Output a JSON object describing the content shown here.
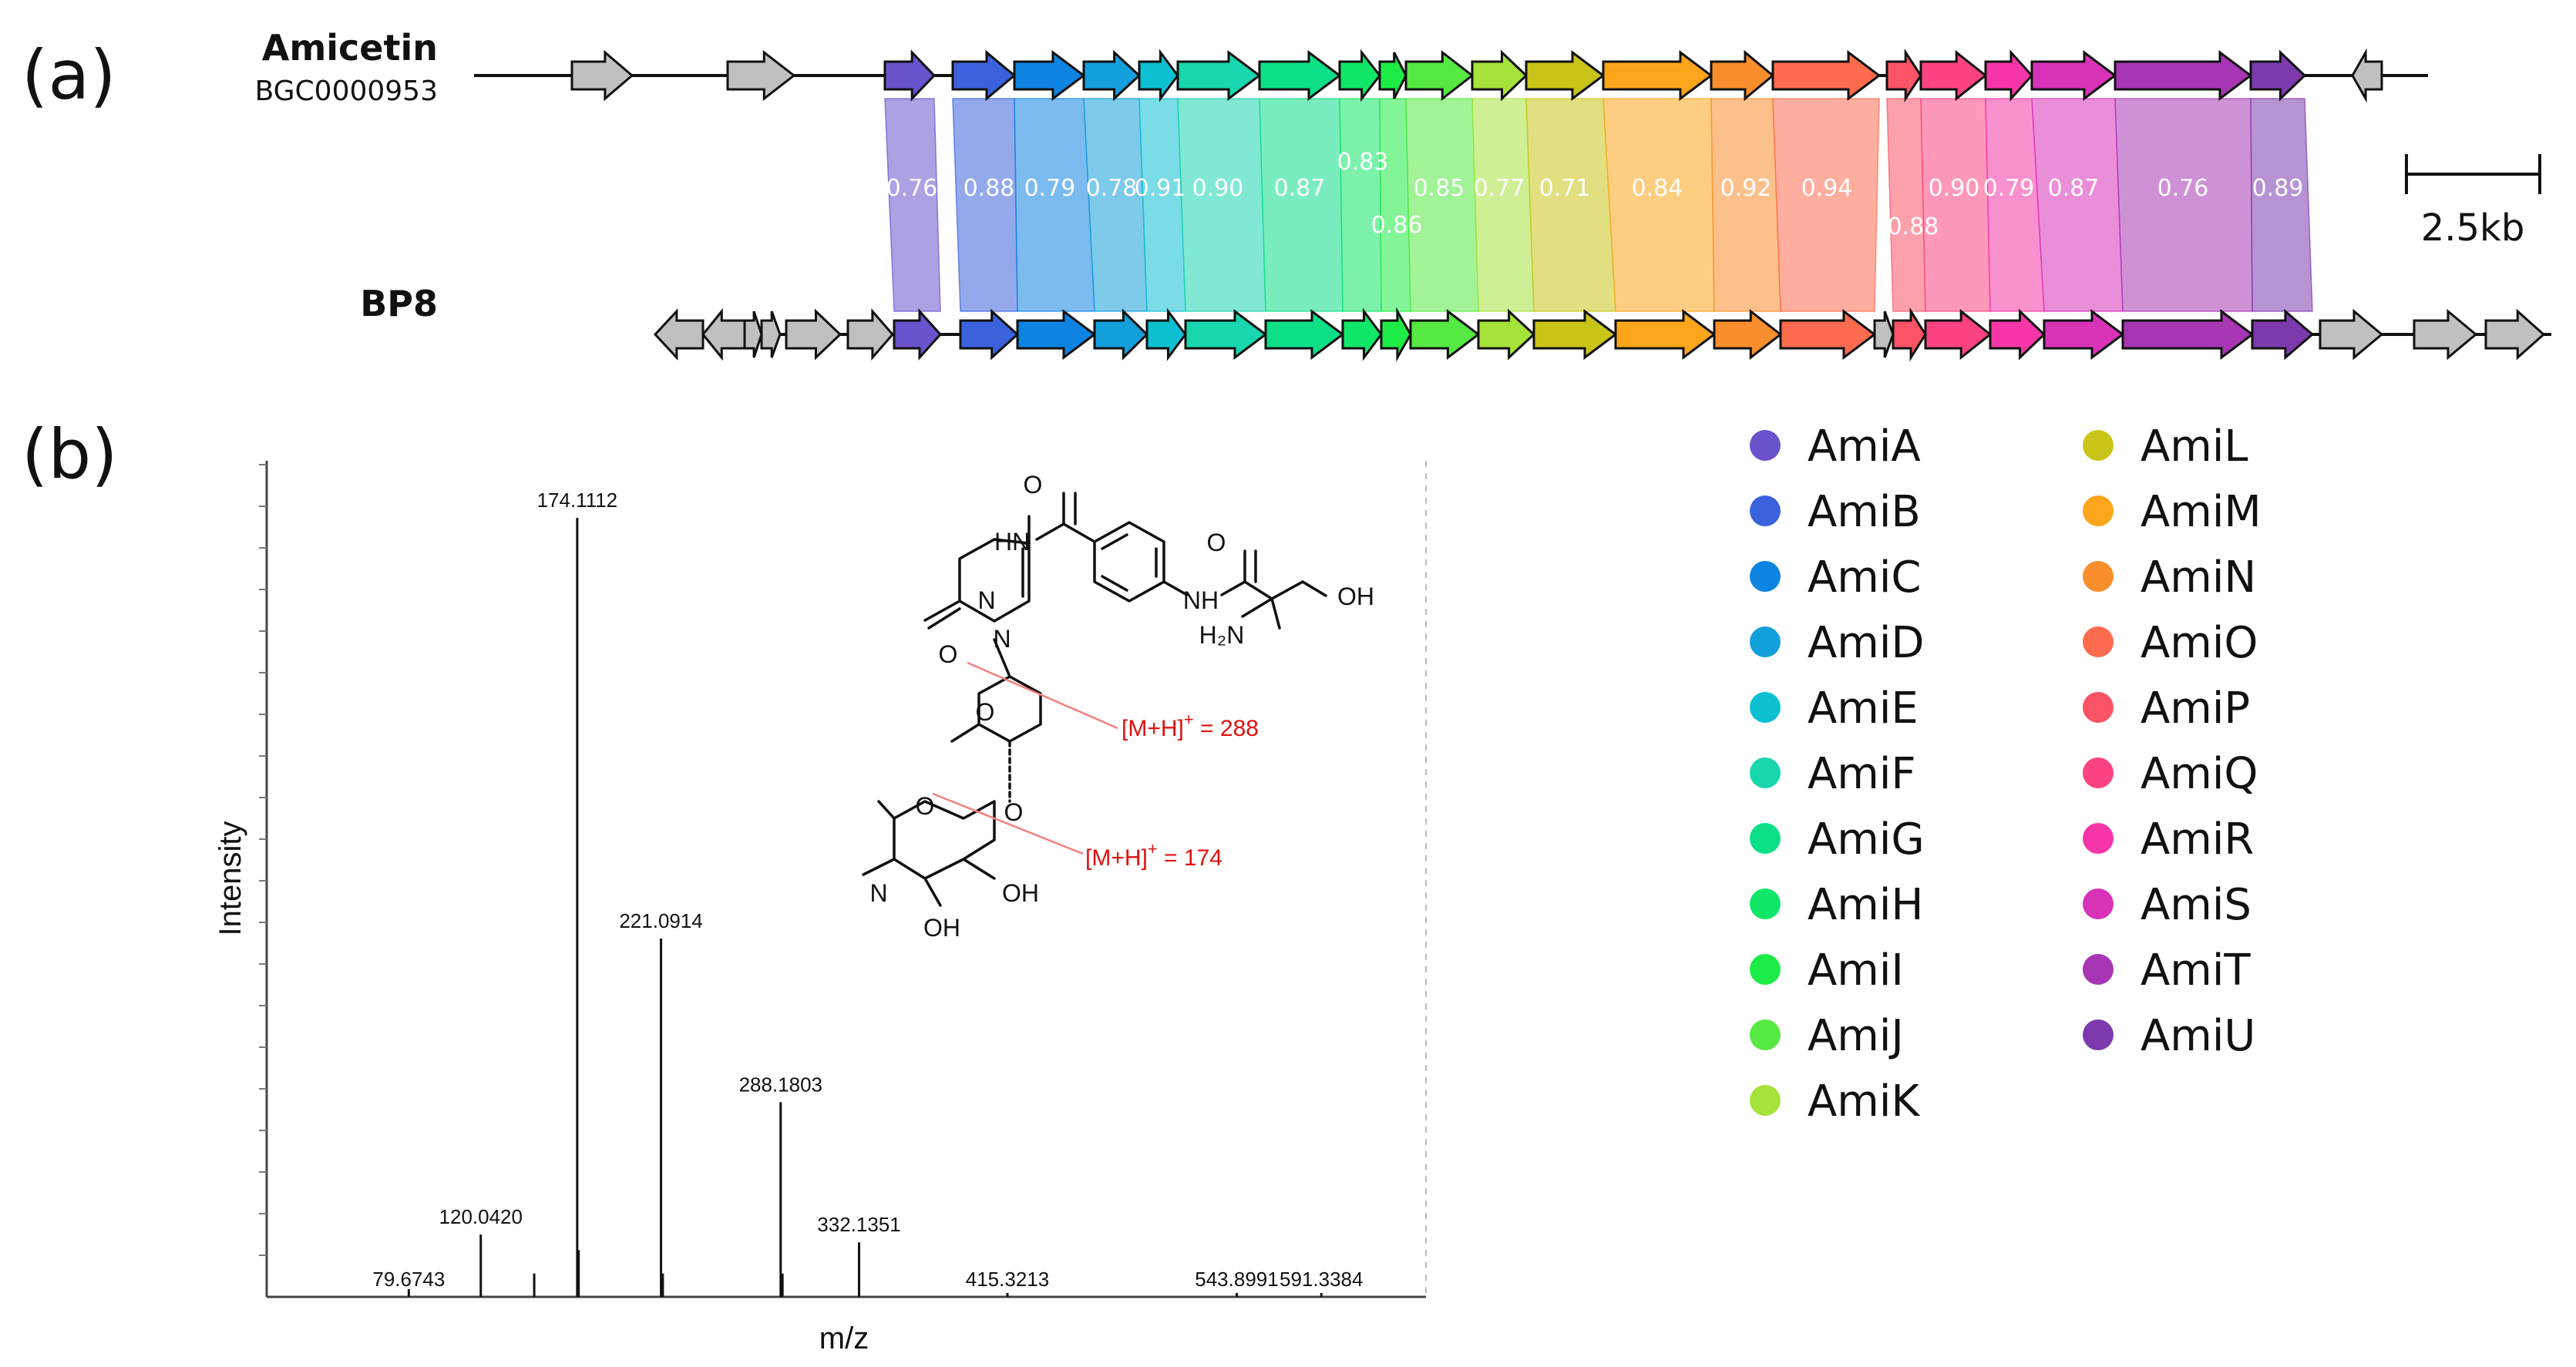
{
  "panel_a": {
    "label": "(a)",
    "top_cluster": {
      "name": "Amicetin",
      "id": "BGC0000953"
    },
    "bottom_cluster": {
      "name": "BP8"
    },
    "scale_label": "2.5kb",
    "genes": [
      {
        "name": "AmiA",
        "color": "#6a52cc",
        "identity": "0.76"
      },
      {
        "name": "AmiB",
        "color": "#3a62dc",
        "identity": "0.88"
      },
      {
        "name": "AmiC",
        "color": "#0e84e2",
        "identity": "0.79"
      },
      {
        "name": "AmiD",
        "color": "#139fdb",
        "identity": "0.78"
      },
      {
        "name": "AmiE",
        "color": "#0cc0d2",
        "identity": "0.91"
      },
      {
        "name": "AmiF",
        "color": "#18d6ae",
        "identity": "0.90"
      },
      {
        "name": "AmiG",
        "color": "#0ddf88",
        "identity": "0.87"
      },
      {
        "name": "AmiH",
        "color": "#10e668",
        "identity": "0.83"
      },
      {
        "name": "AmiI",
        "color": "#1eec46",
        "identity": "0.86"
      },
      {
        "name": "AmiJ",
        "color": "#55e942",
        "identity": "0.85"
      },
      {
        "name": "AmiK",
        "color": "#a5e23a",
        "identity": "0.77"
      },
      {
        "name": "AmiL",
        "color": "#c9c418",
        "identity": "0.71"
      },
      {
        "name": "AmiM",
        "color": "#fba61a",
        "identity": "0.84"
      },
      {
        "name": "AmiN",
        "color": "#f98e2c",
        "identity": "0.92"
      },
      {
        "name": "AmiO",
        "color": "#fd6b4e",
        "identity": "0.94"
      },
      {
        "name": "AmiP",
        "color": "#fa5366",
        "identity": "0.88"
      },
      {
        "name": "AmiQ",
        "color": "#fb4383",
        "identity": "0.90"
      },
      {
        "name": "AmiR",
        "color": "#f636a8",
        "identity": "0.79"
      },
      {
        "name": "AmiS",
        "color": "#d832b9",
        "identity": "0.87"
      },
      {
        "name": "AmiT",
        "color": "#a836b4",
        "identity": "0.76"
      },
      {
        "name": "AmiU",
        "color": "#7d3aae",
        "identity": "0.89"
      }
    ]
  },
  "panel_b": {
    "label": "(b)",
    "chart_data": {
      "type": "bar",
      "xlabel": "m/z",
      "ylabel": "Intensity",
      "title": "",
      "peaks": [
        {
          "mz": 79.6743,
          "intensity": 0.01,
          "label": "79.6743"
        },
        {
          "mz": 120.042,
          "intensity": 0.08,
          "label": "120.0420"
        },
        {
          "mz": 150.0,
          "intensity": 0.03,
          "label": ""
        },
        {
          "mz": 174.1112,
          "intensity": 1.0,
          "label": "174.1112"
        },
        {
          "mz": 174.9,
          "intensity": 0.06,
          "label": ""
        },
        {
          "mz": 221.0914,
          "intensity": 0.46,
          "label": "221.0914"
        },
        {
          "mz": 222.1,
          "intensity": 0.03,
          "label": ""
        },
        {
          "mz": 288.1803,
          "intensity": 0.25,
          "label": "288.1803"
        },
        {
          "mz": 289.2,
          "intensity": 0.03,
          "label": ""
        },
        {
          "mz": 332.1351,
          "intensity": 0.07,
          "label": "332.1351"
        },
        {
          "mz": 415.3213,
          "intensity": 0.005,
          "label": "415.3213"
        },
        {
          "mz": 543.8991,
          "intensity": 0.005,
          "label": "543.8991"
        },
        {
          "mz": 591.3384,
          "intensity": 0.005,
          "label": "591.3384"
        }
      ]
    },
    "structure": {
      "fragment_1": "[M+H]",
      "fragment_1_charge": "+",
      "fragment_1_value": " = 288",
      "fragment_2": "[M+H]",
      "fragment_2_charge": "+",
      "fragment_2_value": " = 174",
      "atoms": {
        "hn": "HN",
        "n1": "N",
        "n2": "N",
        "o_carbonyl": "O",
        "o_amide": "O",
        "o_amide2": "O",
        "nh": "NH",
        "h2n": "H₂N",
        "oh1": "OH",
        "o_ring1": "O",
        "o_link": "O",
        "o_ring2": "O",
        "n_dimethyl": "N",
        "oh2": "OH",
        "oh3": "OH"
      }
    }
  }
}
